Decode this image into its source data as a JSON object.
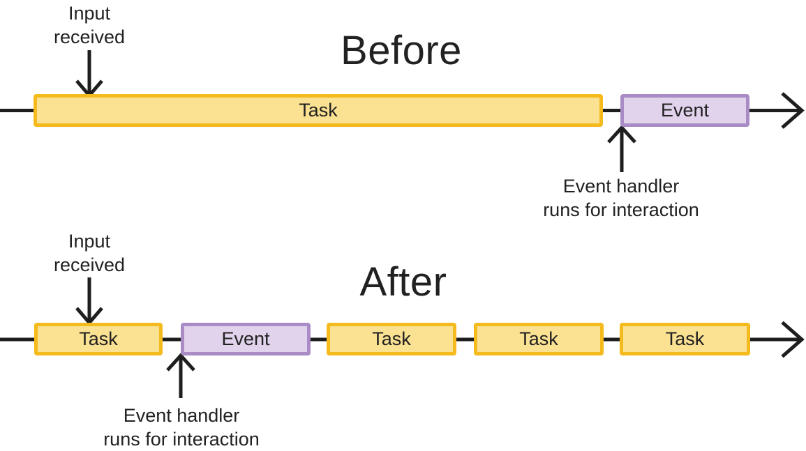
{
  "colors": {
    "line": "#1e1e1e",
    "text": "#212121",
    "task_border": "#f5bb1e",
    "task_fill": "#fbe192",
    "event_border": "#a98bc5",
    "event_fill": "#e1d3ec"
  },
  "sections": [
    {
      "id": "before",
      "title": "Before",
      "input_label": "Input\nreceived",
      "handler_label": "Event handler\nruns for interaction",
      "boxes": [
        {
          "type": "task",
          "label": "Task"
        },
        {
          "type": "event",
          "label": "Event"
        }
      ]
    },
    {
      "id": "after",
      "title": "After",
      "input_label": "Input\nreceived",
      "handler_label": "Event handler\nruns for interaction",
      "boxes": [
        {
          "type": "task",
          "label": "Task"
        },
        {
          "type": "event",
          "label": "Event"
        },
        {
          "type": "task",
          "label": "Task"
        },
        {
          "type": "task",
          "label": "Task"
        },
        {
          "type": "task",
          "label": "Task"
        }
      ]
    }
  ]
}
